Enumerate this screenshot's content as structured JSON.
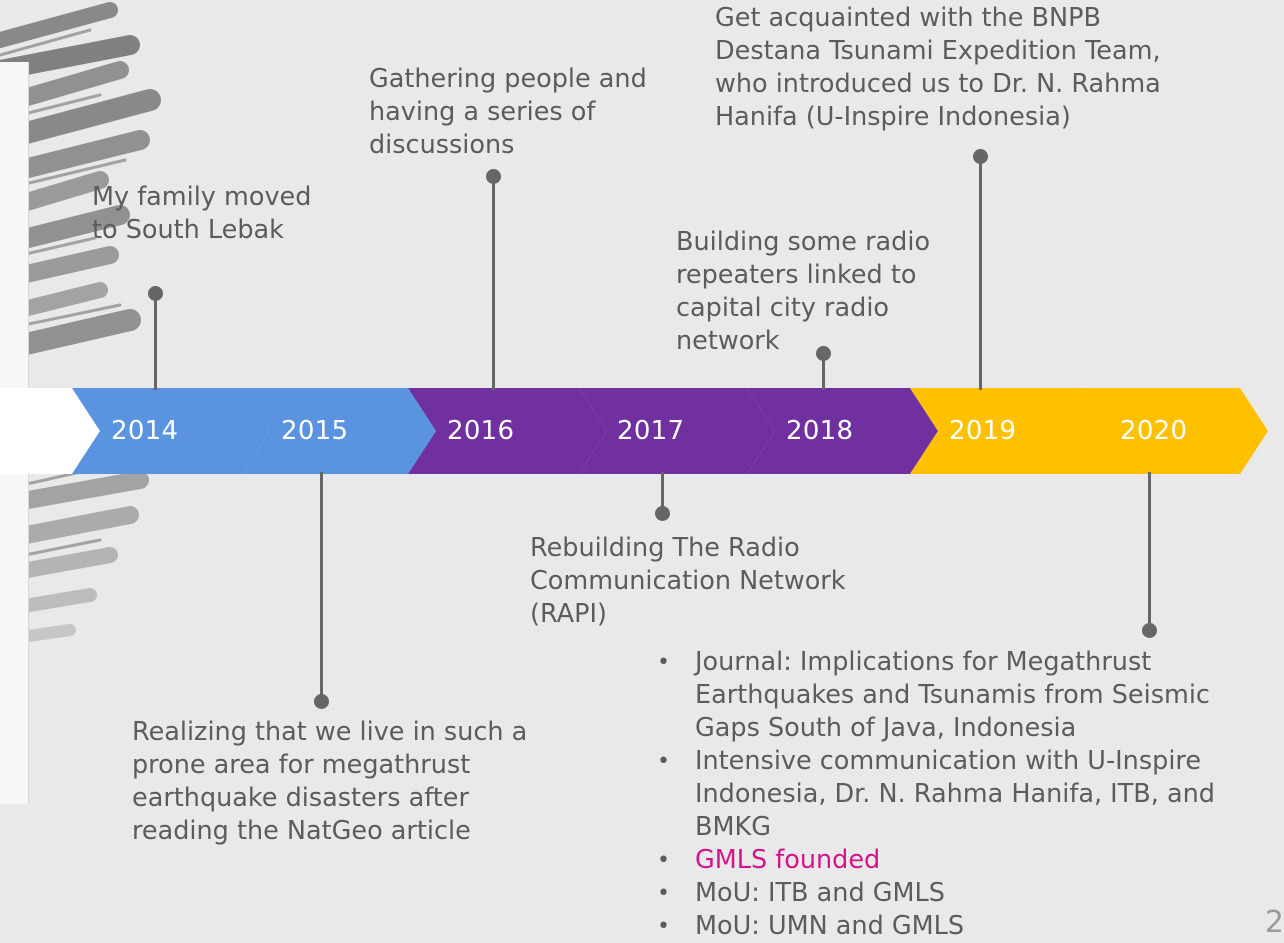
{
  "timeline": {
    "years": [
      "2014",
      "2015",
      "2016",
      "2017",
      "2018",
      "2019",
      "2020"
    ],
    "colors": {
      "blue": "#5a93e0",
      "purple": "#7030a0",
      "yellow": "#ffc000",
      "connector": "#666666"
    }
  },
  "events": {
    "2014": "My family moved to South Lebak",
    "2015": "Realizing that we live in such a prone area for megathrust earthquake disasters after reading the NatGeo article",
    "2016": "Gathering people and having a series of discussions",
    "2017": "Rebuilding The Radio Communication Network (RAPI)",
    "2018": "Building some radio repeaters linked to capital city radio network",
    "2019": "Get acquainted with the BNPB Destana Tsunami Expedition Team, who introduced us to Dr. N. Rahma Hanifa (U-Inspire Indonesia)",
    "2020": [
      "Journal: Implications for Megathrust Earthquakes and Tsunamis from Seismic Gaps South of Java, Indonesia",
      "Intensive communication with U-Inspire Indonesia, Dr. N. Rahma Hanifa, ITB, and BMKG",
      "GMLS founded",
      "MoU: ITB and GMLS",
      "MoU: UMN and GMLS"
    ]
  },
  "page_number": "2"
}
